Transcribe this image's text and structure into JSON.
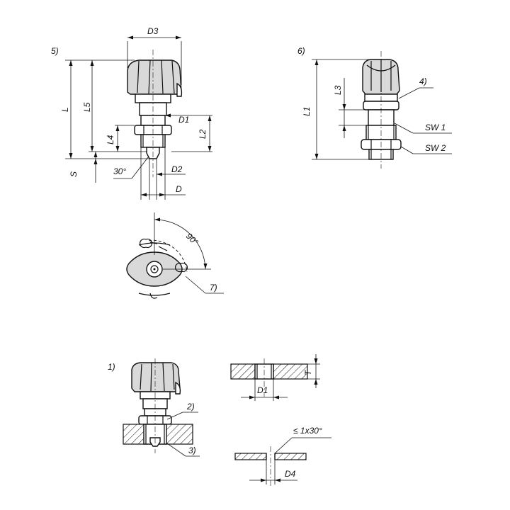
{
  "drawing": {
    "views": {
      "view_5": {
        "marker": "5)",
        "dims": {
          "d3": "D3",
          "l": "L",
          "l5": "L5",
          "d1": "D1",
          "l4": "L4",
          "l2": "L2",
          "s": "S",
          "angle": "30°",
          "d2": "D2",
          "d": "D"
        }
      },
      "view_6": {
        "marker": "6)",
        "dims": {
          "l1": "L1",
          "l3": "L3",
          "sw1": "SW 1",
          "sw2": "SW 2"
        },
        "callout": "4)"
      },
      "view_top": {
        "dims": {
          "angle": "90°"
        },
        "callout": "7)"
      },
      "view_1": {
        "marker": "1)",
        "callouts": {
          "c2": "2)",
          "c3": "3)"
        }
      },
      "section_plate": {
        "dims": {
          "t": "T",
          "d1": "D1"
        }
      },
      "section_washer": {
        "dims": {
          "chamfer": "≤ 1x30°",
          "d4": "D4"
        }
      }
    }
  },
  "colors": {
    "line": "#111111",
    "fill_grey": "#d9d9d9",
    "background": "#ffffff"
  }
}
